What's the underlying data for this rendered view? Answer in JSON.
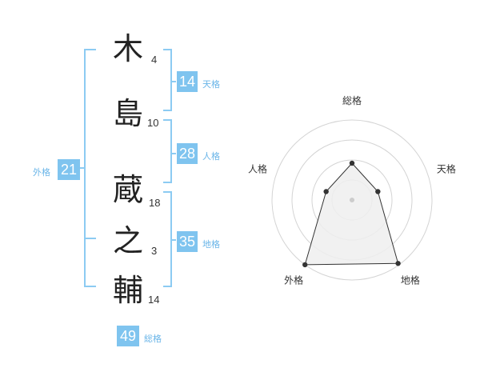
{
  "name": {
    "chars": [
      {
        "char": "木",
        "strokes": "4"
      },
      {
        "char": "島",
        "strokes": "10"
      },
      {
        "char": "蔵",
        "strokes": "18"
      },
      {
        "char": "之",
        "strokes": "3"
      },
      {
        "char": "輔",
        "strokes": "14"
      }
    ]
  },
  "fortunes": {
    "tenkaku": {
      "value": "14",
      "label": "天格"
    },
    "jinkaku": {
      "value": "28",
      "label": "人格"
    },
    "chikaku": {
      "value": "35",
      "label": "地格"
    },
    "gaikaku": {
      "value": "21",
      "label": "外格"
    },
    "soukaku": {
      "value": "49",
      "label": "総格"
    }
  },
  "colors": {
    "accent": "#7fc4ef",
    "bracket": "#8ccbf2",
    "label": "#6ab5e8"
  },
  "chart_data": {
    "type": "radar",
    "axes": [
      "総格",
      "天格",
      "地格",
      "外格",
      "人格"
    ],
    "values": [
      0.46,
      0.34,
      0.98,
      1.0,
      0.34
    ],
    "rings": 4,
    "range": [
      0,
      1
    ]
  }
}
